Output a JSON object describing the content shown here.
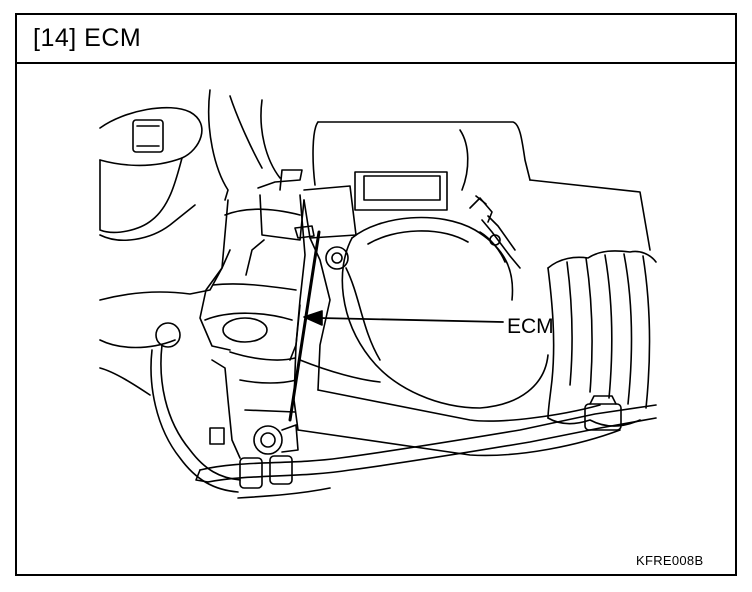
{
  "figure": {
    "title": "[14] ECM",
    "callout_label": "ECM",
    "figure_code": "KFRE008B"
  },
  "colors": {
    "line": "#000000",
    "background": "#ffffff"
  },
  "icons": [
    "ecm-module-illustration",
    "callout-arrow"
  ]
}
